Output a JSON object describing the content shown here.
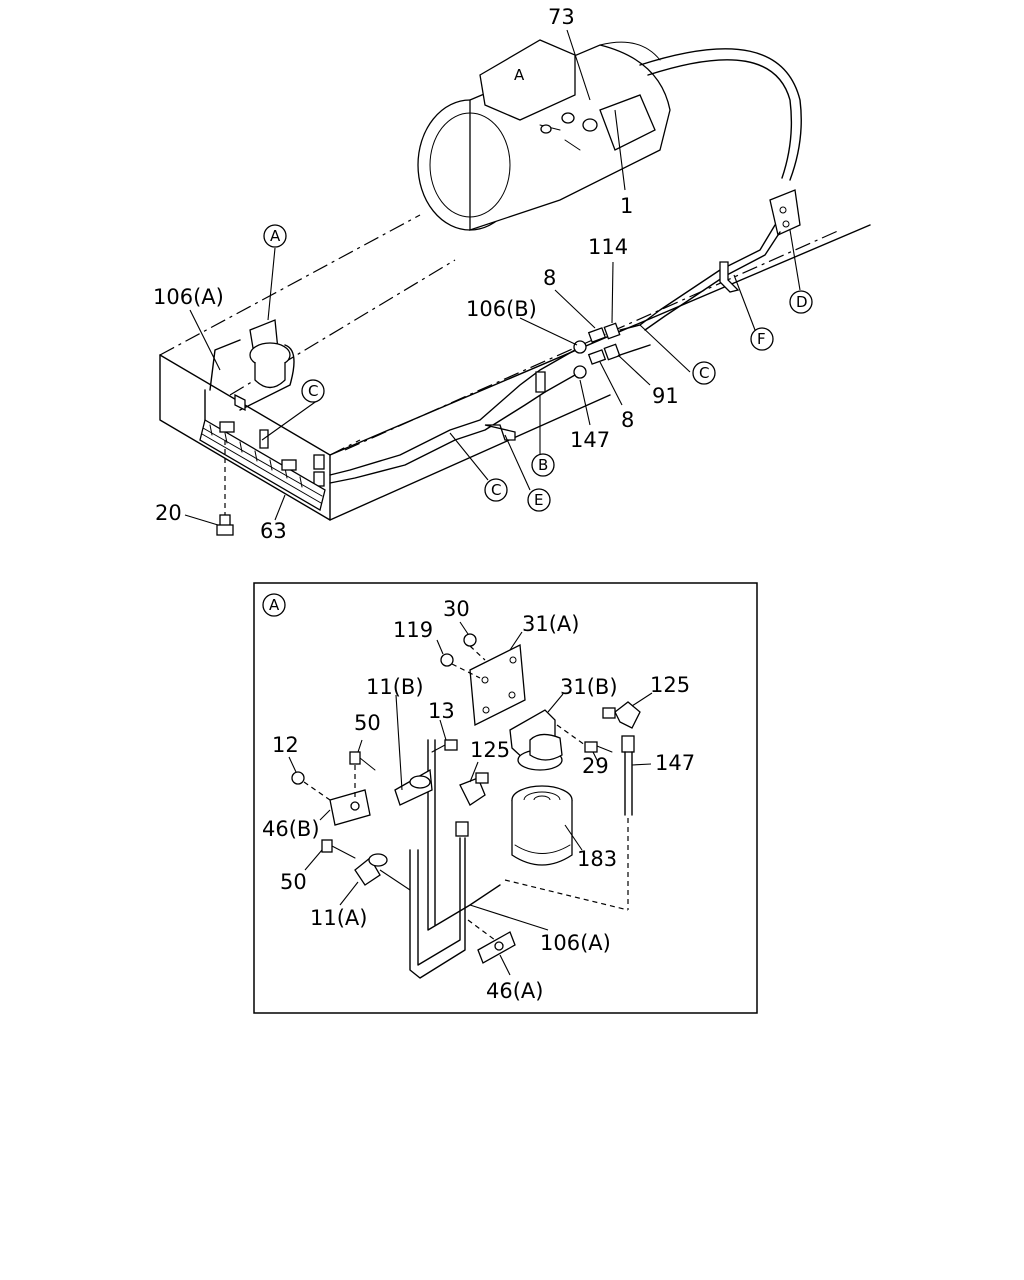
{
  "callouts": {
    "p73": "73",
    "p1": "1",
    "p114": "114",
    "p8a": "8",
    "p106b": "106(B)",
    "p91": "91",
    "p8b": "8",
    "p147a": "147",
    "p106a_top": "106(A)",
    "p20": "20",
    "p63": "63"
  },
  "markers": {
    "A_top": "A",
    "B": "B",
    "C1": "C",
    "C2": "C",
    "C3": "C",
    "D": "D",
    "E": "E",
    "F": "F",
    "A_box": "A",
    "A_pump": "A"
  },
  "detail": {
    "p30": "30",
    "p119": "119",
    "p31a": "31(A)",
    "p31b": "31(B)",
    "p125a": "125",
    "p125b": "125",
    "p11b": "11(B)",
    "p13": "13",
    "p50a": "50",
    "p12": "12",
    "p147": "147",
    "p29": "29",
    "p46b": "46(B)",
    "p183": "183",
    "p50b": "50",
    "p11a": "11(A)",
    "p106a": "106(A)",
    "p46a": "46(A)"
  }
}
